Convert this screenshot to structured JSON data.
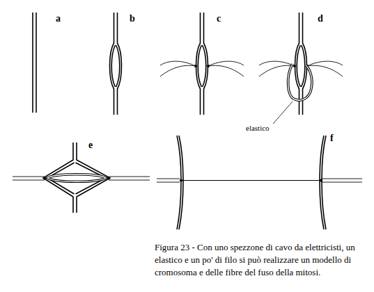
{
  "diagram": {
    "caption": "Figura 23 - Con uno spezzone di cavo da elettricisti, un elastico e un po' di filo si può realizzare un modello di cromosoma e delle fibre del fuso della mitosi.",
    "labels": [
      "a",
      "b",
      "c",
      "d",
      "elastico",
      "e",
      "f"
    ]
  }
}
